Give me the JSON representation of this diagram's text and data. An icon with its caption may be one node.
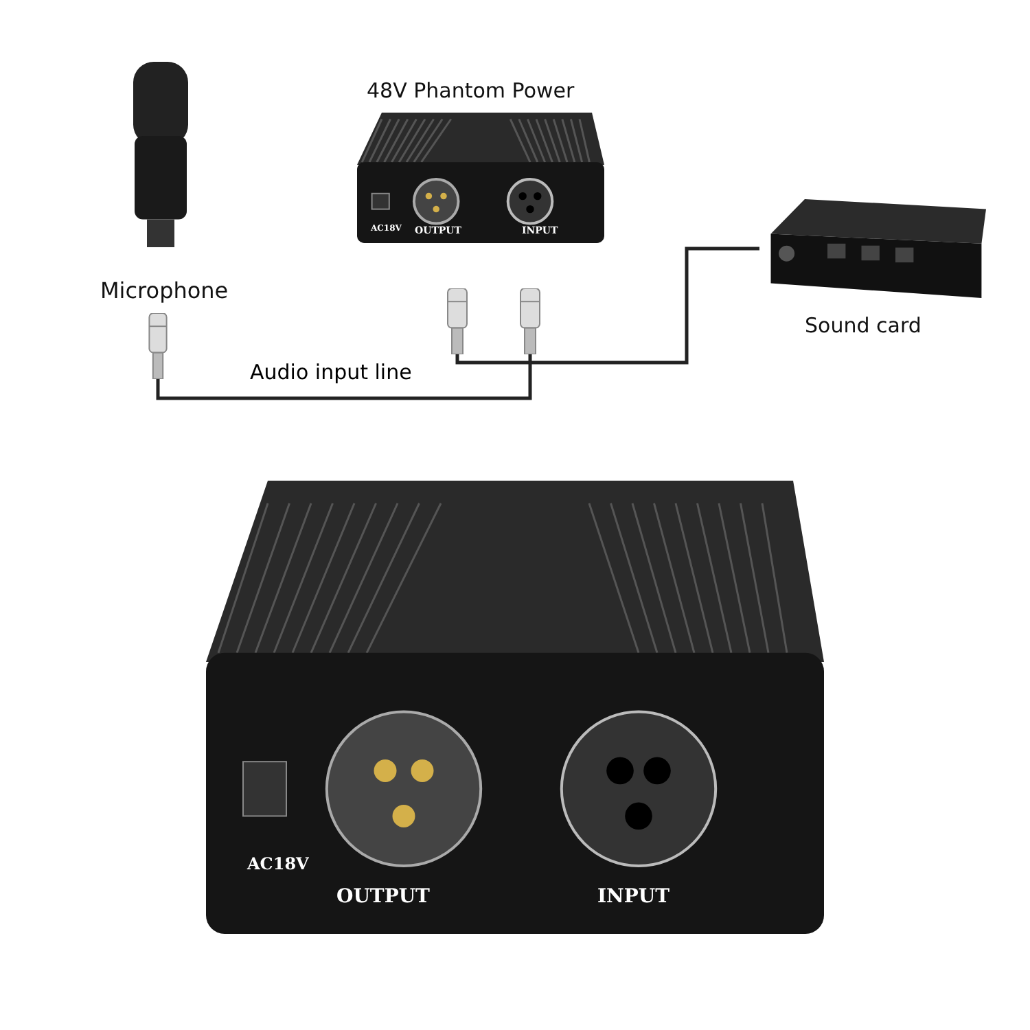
{
  "diagram": {
    "nodes": [
      {
        "text": [
          "Microphone"
        ]
      },
      {
        "text": [
          "48V Phantom Power",
          "AC18V",
          "OUTPUT",
          "INPUT"
        ]
      },
      {
        "text": [
          "Sound card"
        ]
      },
      {
        "text": [],
        "shape": "picture"
      },
      {
        "text": [],
        "shape": "picture"
      },
      {
        "text": [],
        "shape": "picture"
      },
      {
        "text": [
          "AC18V",
          "OUTPUT",
          "INPUT"
        ]
      }
    ],
    "edges": [
      {
        "from": 3,
        "to": 5,
        "arrow": "none",
        "label": "Audio input line"
      },
      {
        "from": 4,
        "to": 2,
        "arrow": "none"
      }
    ]
  }
}
